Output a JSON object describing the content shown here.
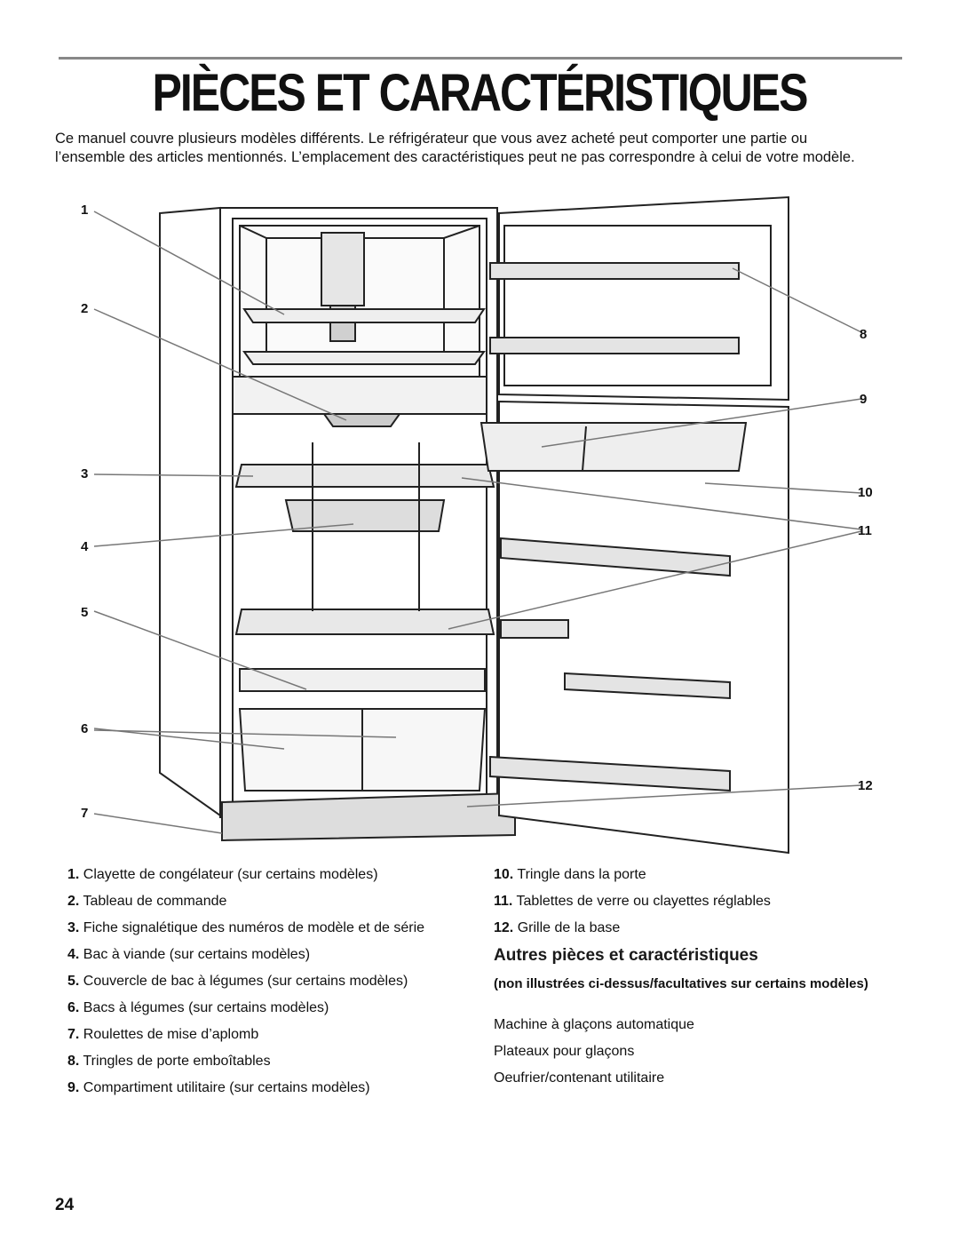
{
  "title": "PIÈCES ET CARACTÉRISTIQUES",
  "intro": "Ce manuel couvre plusieurs modèles différents. Le réfrigérateur que vous avez acheté peut comporter une partie ou l’ensemble des articles mentionnés. L’emplacement des caractéristiques peut ne pas correspondre à celui de votre modèle.",
  "callouts": [
    "1",
    "2",
    "3",
    "4",
    "5",
    "6",
    "7",
    "8",
    "9",
    "10",
    "11",
    "12"
  ],
  "parts": [
    {
      "num": "1.",
      "label": "Clayette de congélateur (sur certains modèles)"
    },
    {
      "num": "2.",
      "label": "Tableau de commande"
    },
    {
      "num": "3.",
      "label": "Fiche signalétique des numéros de modèle et de série"
    },
    {
      "num": "4.",
      "label": "Bac à viande (sur certains modèles)"
    },
    {
      "num": "5.",
      "label": "Couvercle de bac à légumes (sur certains modèles)"
    },
    {
      "num": "6.",
      "label": "Bacs à légumes (sur certains modèles)"
    },
    {
      "num": "7.",
      "label": "Roulettes de mise d’aplomb"
    },
    {
      "num": "8.",
      "label": "Tringles de porte emboîtables"
    },
    {
      "num": "9.",
      "label": "Compartiment utilitaire (sur certains modèles)"
    },
    {
      "num": "10.",
      "label": "Tringle dans la porte"
    },
    {
      "num": "11.",
      "label": "Tablettes de verre ou clayettes réglables"
    },
    {
      "num": "12.",
      "label": "Grille de la base"
    }
  ],
  "other_section": {
    "heading": "Autres pièces et caractéristiques",
    "note": "(non illustrées ci-dessus/facultatives sur certains modèles)",
    "items": [
      "Machine à glaçons automatique",
      "Plateaux pour glaçons",
      "Oeufrier/contenant utilitaire"
    ]
  },
  "page_number": "24"
}
